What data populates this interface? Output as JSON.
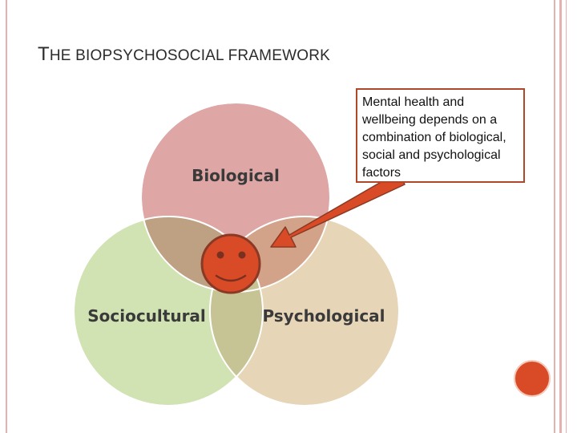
{
  "slide": {
    "title_first_letter": "T",
    "title_rest": "HE BIOPSYCHOSOCIAL FRAMEWORK"
  },
  "diagram": {
    "circles": [
      {
        "label": "Biological",
        "color": "#dfa6a6"
      },
      {
        "label": "Sociocultural",
        "color": "#d1e2b3"
      },
      {
        "label": "Psychological",
        "color": "#e6d5b6"
      }
    ],
    "overlap_colors": {
      "bio_socio": "#bea082",
      "bio_psych": "#d2a289",
      "socio_psych": "#c6c395"
    }
  },
  "callout": {
    "text": "Mental health and wellbeing depends on a combination of biological, social and psychological factors"
  },
  "colors": {
    "accent": "#d94b27",
    "frame": "#e7b0ae"
  }
}
